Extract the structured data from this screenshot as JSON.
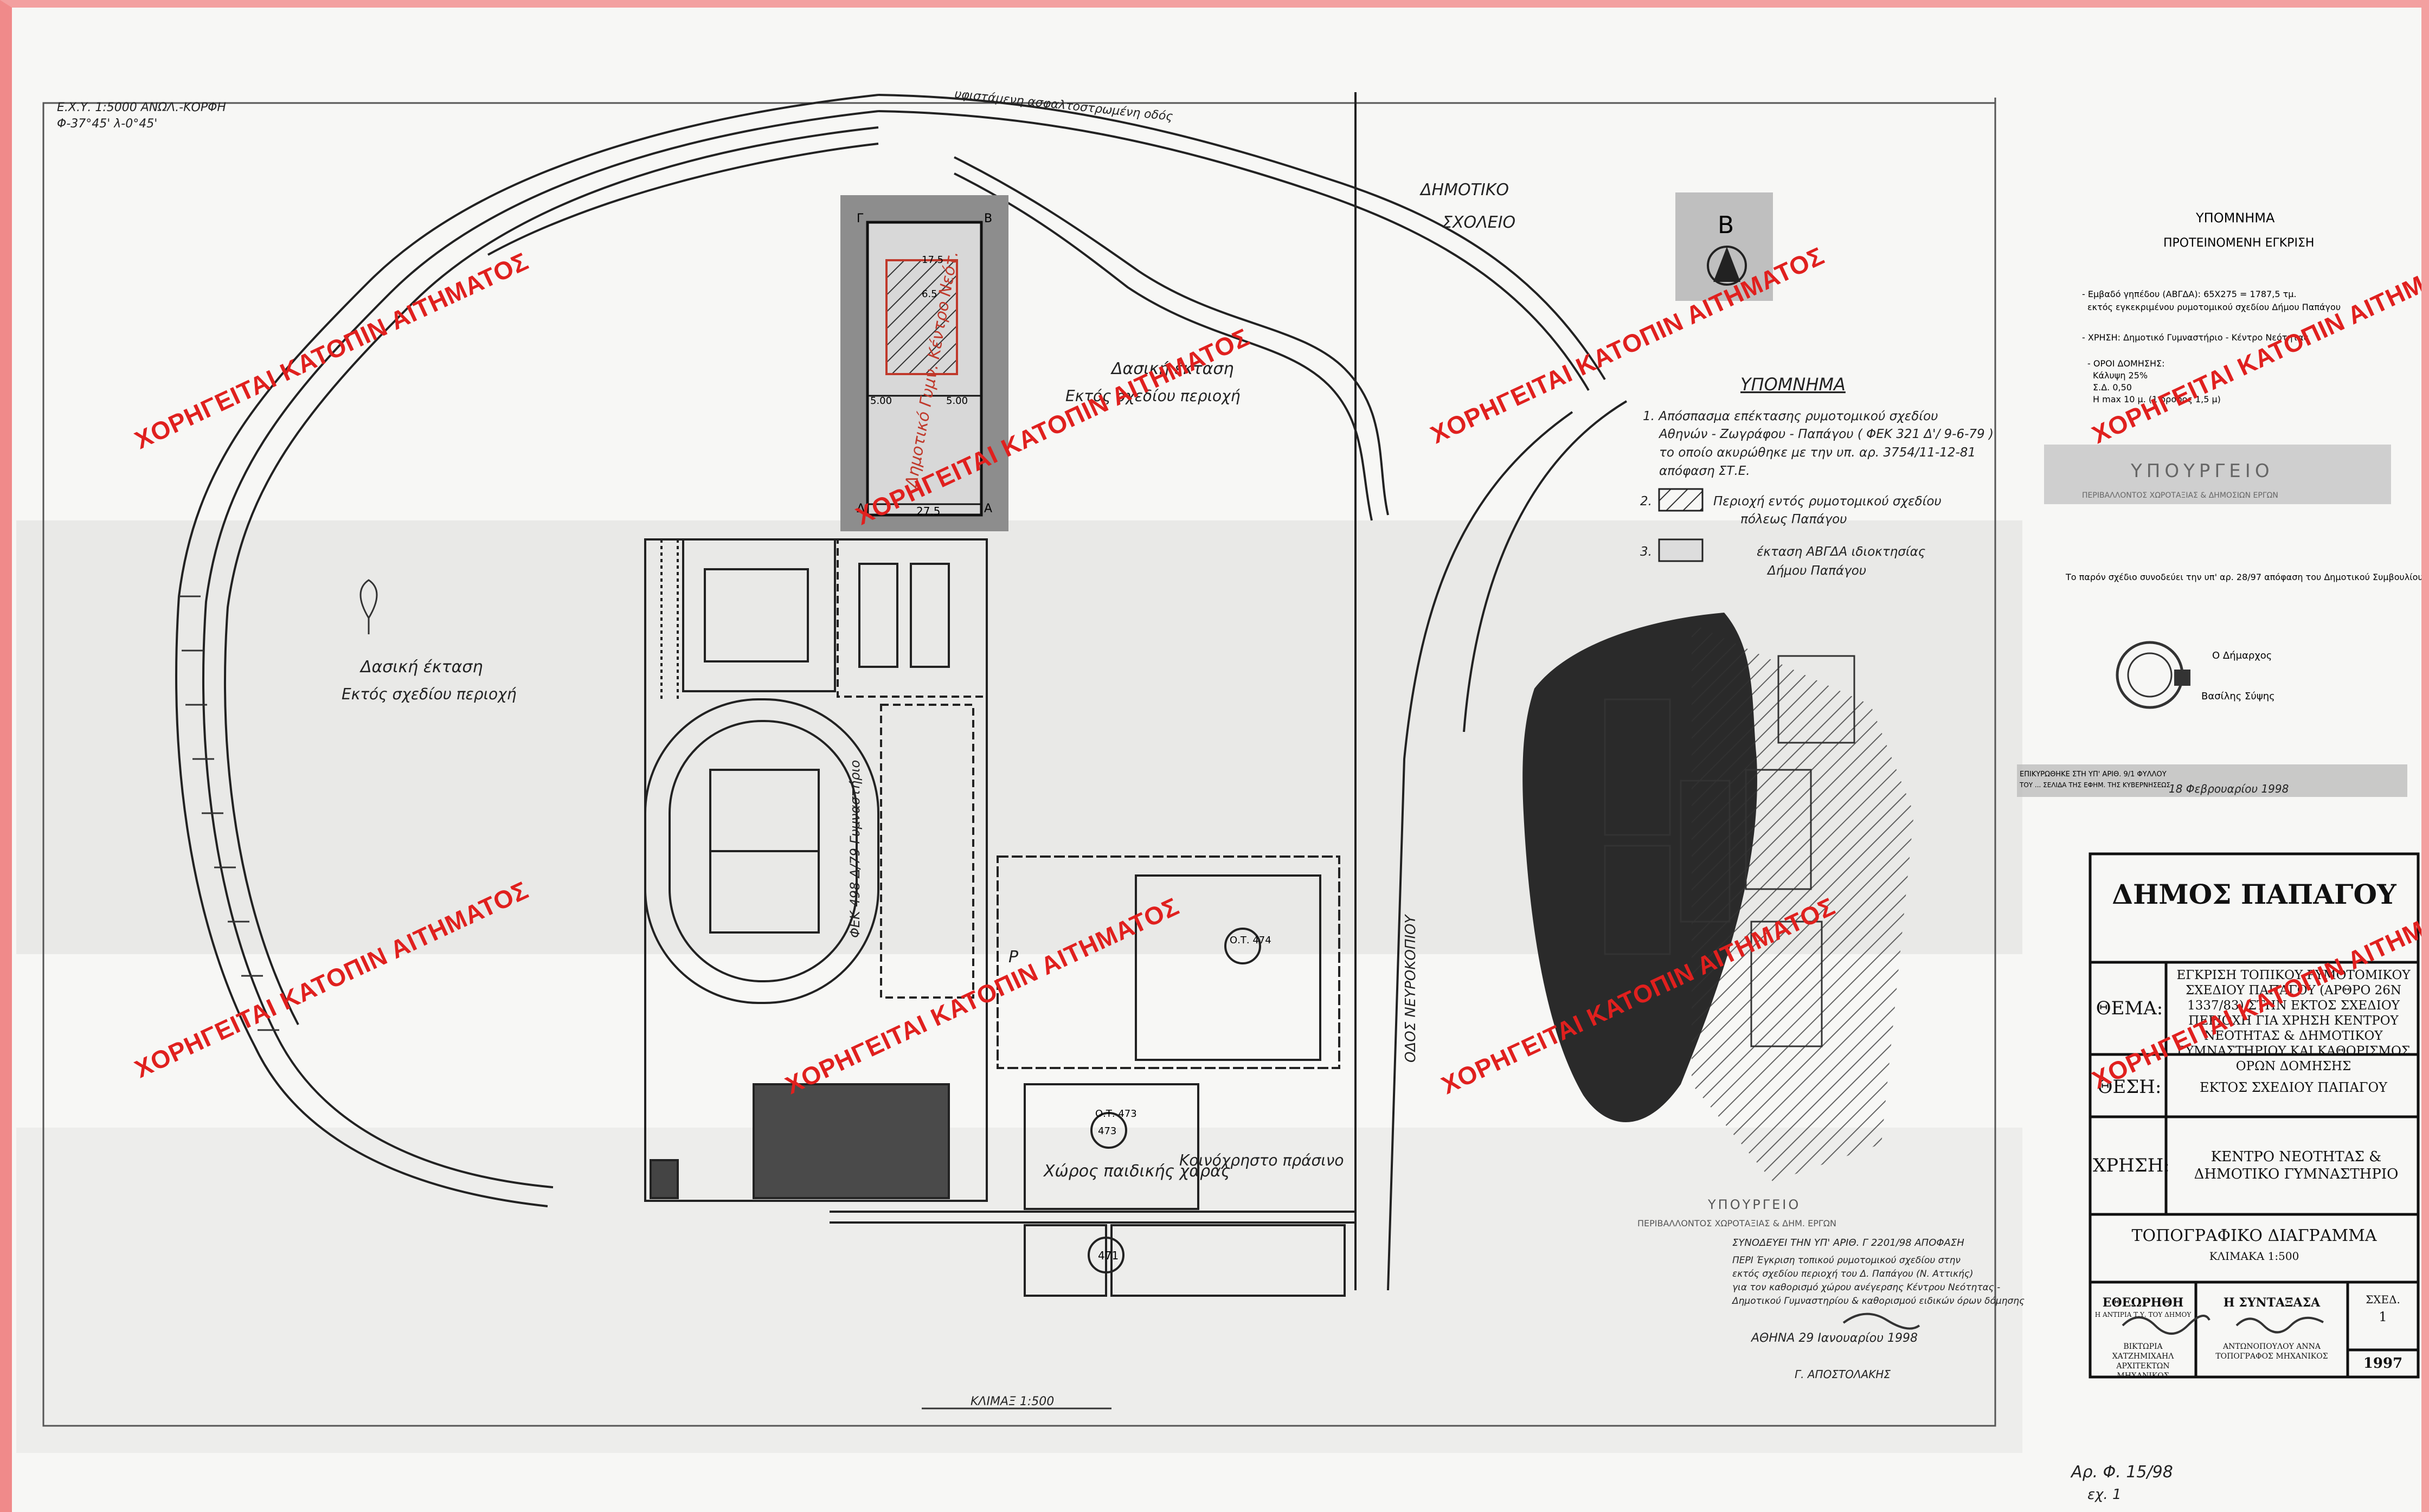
{
  "title_block": {
    "municipality": "ΔΗΜΟΣ ΠΑΠΑΓΟΥ",
    "thema_label": "ΘΕΜΑ:",
    "thema_text": "ΕΓΚΡΙΣΗ ΤΟΠΙΚΟΥ ΡΥΜΟΤΟΜΙΚΟΥ ΣΧΕΔΙΟΥ ΠΑΠΑΓΟΥ (ΑΡΘΡΟ 26Ν 1337/83) ΣΤΗΝ ΕΚΤΟΣ ΣΧΕΔΙΟΥ ΠΕΡΙΟΧΗ ΓΙΑ ΧΡΗΣΗ ΚΕΝΤΡΟΥ ΝΕΟΤΗΤΑΣ & ΔΗΜΟΤΙΚΟΥ ΓΥΜΝΑΣΤΗΡΙΟΥ ΚΑΙ ΚΑΘΟΡΙΣΜΟΣ ΟΡΩΝ ΔΟΜΗΣΗΣ",
    "thesi_label": "ΘΕΣΗ:",
    "thesi_text": "ΕΚΤΟΣ ΣΧΕΔΙΟΥ ΠΑΠΑΓΟΥ",
    "xrisi_label": "ΧΡΗΣΗ:",
    "xrisi_text": "ΚΕΝΤΡΟ ΝΕΟΤΗΤΑΣ & ΔΗΜΟΤΙΚΟ ΓΥΜΝΑΣΤΗΡΙΟ",
    "diagram": "ΤΟΠΟΓΡΑΦΙΚΟ ΔΙΑΓΡΑΜΜΑ",
    "scale": "ΚΛΙΜΑΚΑ 1:500",
    "checked_label": "ΕΘΕΩΡΗΘΗ",
    "checked_sub": "Η ΑΝΤΙΡΙΑ Τ.Υ. ΤΟΥ ΔΗΜΟΥ",
    "checked_name": "ΒΙΚΤΩΡΙΑ ΧΑΤΖΗΜΙΧΑΗΛ ΑΡΧΙΤΕΚΤΩΝ ΜΗΧΑΝΙΚΟΣ",
    "drawn_label": "Η ΣΥΝΤΑΞΑΣΑ",
    "drawn_name": "ΑΝΤΩΝΟΠΟΥΛΟΥ ΑΝΝΑ ΤΟΠΟΓΡΑΦΟΣ ΜΗΧΑΝΙΚΟΣ",
    "sheet_label": "ΣΧΕΔ.",
    "sheet_no": "1",
    "year": "1997"
  },
  "right_legend": {
    "title": "ΥΠΟΜΝΗΜΑ",
    "subtitle": "ΠΡΟΤΕΙΝΟΜΕΝΗ ΕΓΚΡΙΣΗ",
    "line1": "- Εμβαδό γηπέδου (ΑΒΓΔΑ): 65Χ275 = 1787,5 τμ.",
    "line2": "εκτός εγκεκριμένου ρυμοτομικού σχεδίου Δήμου Παπάγου",
    "line3": "- ΧΡΗΣΗ: Δημοτικό Γυμναστήριο - Κέντρο Νεότητας",
    "line4": "- ΟΡΟΙ ΔΟΜΗΣΗΣ:",
    "line5": "Κάλυψη 25%",
    "line6": "Σ.Δ. 0,50",
    "line7": "Η max 10 μ. (1 όροφος 1,5 μ)",
    "ministry": "ΥΠΟΥΡΓΕΙΟ",
    "ministry_sub": "ΠΕΡΙΒΑΛΛΟΝΤΟΣ ΧΩΡΟΤΑΞΙΑΣ & ΔΗΜΟΣΙΩΝ ΕΡΓΩΝ",
    "note": "Το παρόν σχέδιο συνοδεύει την υπ' αρ. 28/97 απόφαση του Δημοτικού Συμβουλίου Παπάγου.",
    "mayor_label": "Ο Δήμαρχος",
    "mayor_name": "Βασίλης Σύψης",
    "stamp_line": "ΕΠΙΚΥΡΩΘΗΚΕ ΣΤΗ ΥΠ' ΑΡΙΘ. 9/1 ΦΥΛΛΟΥ",
    "stamp_line2": "ΤΟΥ ... ΣΕΛΙΔΑ ΤΗΣ ΕΦΗΜ. ΤΗΣ ΚΥΒΕΡΝΗΣΕΩΣ",
    "stamp_date": "18 Φεβρουαρίου 1998"
  },
  "hand_legend": {
    "title": "ΥΠΟΜΝΗΜΑ",
    "item1_a": "1. Απόσπασμα επέκτασης ρυμοτομικού σχεδίου",
    "item1_b": "Αθηνών - Ζωγράφου - Παπάγου ( ΦΕΚ 321 Δ'/ 9-6-79 )",
    "item1_c": "το οποίο ακυρώθηκε με την υπ. αρ. 3754/11-12-81",
    "item1_d": "απόφαση ΣΤ.Ε.",
    "item2_a": "2.",
    "item2_b": "Περιοχή εντός ρυμοτομικού σχεδίου",
    "item2_c": "πόλεως Παπάγου",
    "item3_a": "3.",
    "item3_b": "έκταση ΑΒΓΔΑ ιδιοκτησίας",
    "item3_c": "Δήμου Παπάγου"
  },
  "map_labels": {
    "school_1": "ΔΗΜΟΤΙΚΟ",
    "school_2": "ΣΧΟΛΕΙΟ",
    "forest_left_1": "Δασική έκταση",
    "forest_left_2": "Εκτός σχεδίου περιοχή",
    "forest_mid_1": "Δασική έκταση",
    "forest_mid_2": "Εκτός σχεδίου περιοχή",
    "road": "ΟΔΟΣ ΝΕΥΡΟΚΟΠΙΟΥ",
    "top_road": "υφιστάμενη ασφαλτοστρωμένη οδός",
    "block_gym": "Δημοτικό Γυμν. Κέντρο Νεότ.",
    "gym_fek": "ΦΕΚ 498 Δ/79 Γυμναστήριο",
    "playground": "Χώρος παιδικής χαράς",
    "green": "Κοινόχρηστο πράσινο",
    "ot_474": "Ο.Τ. 474",
    "ot_473": "Ο.Τ. 473",
    "ot_473b": "473",
    "ot_471": "471",
    "p_label": "Ρ",
    "scale_bar": "ΚΛΙΜΑΞ 1:500",
    "pt_A": "Α",
    "pt_B": "Β",
    "pt_G": "Γ",
    "pt_D": "Δ",
    "dim_275": "27.5",
    "dim_5a": "5.00",
    "dim_5b": "5.00",
    "dim_175": "17.5",
    "dim_65": "6.5",
    "north": "Β",
    "topleft_ref": "Ε.Χ.Υ. 1:5000 ΑΝΩΛ.-ΚΟΡΦΗ",
    "topleft_ref2": "Φ-37°45' λ-0°45'"
  },
  "ministry_stamp": {
    "title": "ΥΠΟΥΡΓΕΙΟ",
    "sub": "ΠΕΡΙΒΑΛΛΟΝΤΟΣ ΧΩΡΟΤΑΞΙΑΣ & ΔΗΜ. ΕΡΓΩΝ",
    "line1": "ΣΥΝΟΔΕΥΕΙ ΤΗΝ ΥΠ' ΑΡΙΘ. Γ 2201/98 ΑΠΟΦΑΣΗ",
    "line2": "ΠΕΡΙ Έγκριση τοπικού ρυμοτομικού σχεδίου στην",
    "line3": "εκτός σχεδίου περιοχή του Δ. Παπάγου (Ν. Αττικής)",
    "line4": "για τον καθορισμό χώρου ανέγερσης Κέντρου Νεότητας -",
    "line5": "Δημοτικού Γυμναστηρίου & καθορισμού ειδικών όρων δόμησης",
    "date": "ΑΘΗΝΑ 29 Ιανουαρίου 1998",
    "signer": "Γ. ΑΠΟΣΤΟΛΑΚΗΣ"
  },
  "annotation": {
    "ref": "Αρ. Φ. 15/98",
    "copy": "εχ. 1"
  },
  "watermark": "ΧΟΡΗΓΕΙΤΑΙ ΚΑΤΟΠΙΝ ΑΙΤΗΜΑΤΟΣ"
}
